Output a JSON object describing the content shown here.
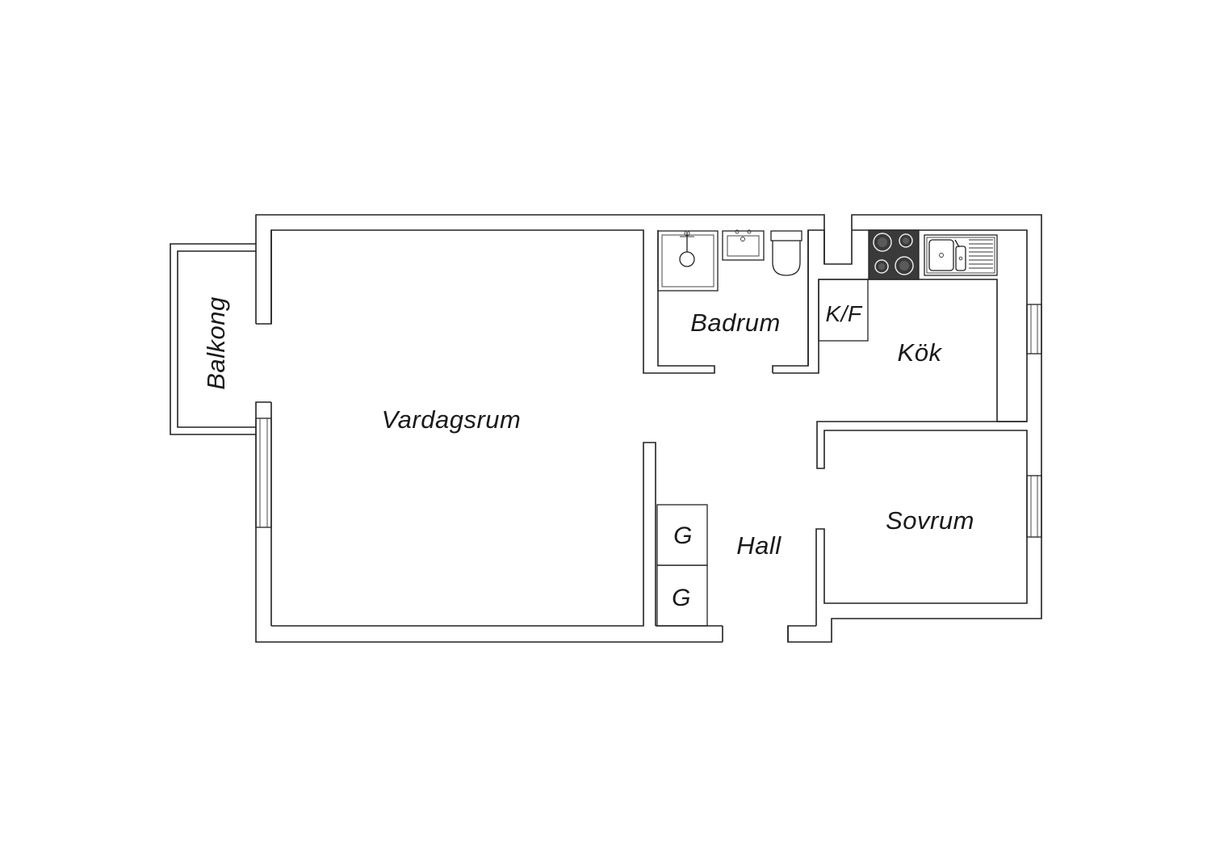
{
  "rooms": {
    "balkong": "Balkong",
    "vardagsrum": "Vardagsrum",
    "badrum": "Badrum",
    "kf": "K/F",
    "kok": "Kök",
    "hall": "Hall",
    "sovrum": "Sovrum",
    "g1": "G",
    "g2": "G"
  },
  "colors": {
    "line": "#222222",
    "stove": "#3a3a3a",
    "background": "#ffffff"
  }
}
